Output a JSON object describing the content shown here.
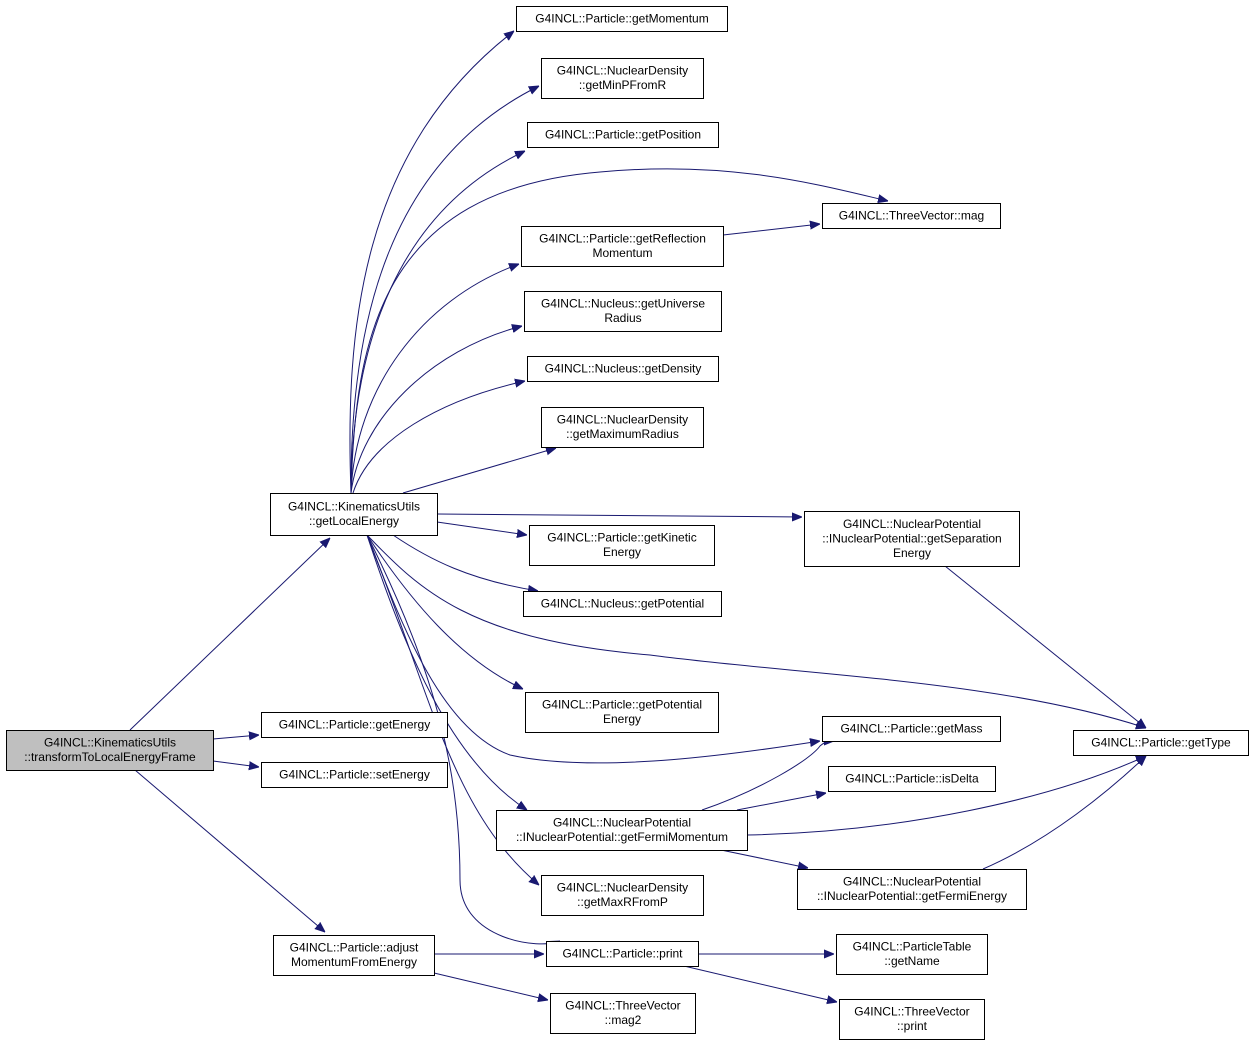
{
  "nodes": [
    {
      "id": "root",
      "lines": [
        "G4INCL::KinematicsUtils",
        "::transformToLocalEnergyFrame"
      ],
      "root": true
    },
    {
      "id": "getLocalEnergy",
      "lines": [
        "G4INCL::KinematicsUtils",
        "::getLocalEnergy"
      ]
    },
    {
      "id": "getEnergy",
      "lines": [
        "G4INCL::Particle::getEnergy"
      ]
    },
    {
      "id": "setEnergy",
      "lines": [
        "G4INCL::Particle::setEnergy"
      ]
    },
    {
      "id": "adjustMomentum",
      "lines": [
        "G4INCL::Particle::adjust",
        "MomentumFromEnergy"
      ]
    },
    {
      "id": "getMomentum",
      "lines": [
        "G4INCL::Particle::getMomentum"
      ]
    },
    {
      "id": "getMinPFromR",
      "lines": [
        "G4INCL::NuclearDensity",
        "::getMinPFromR"
      ]
    },
    {
      "id": "getPosition",
      "lines": [
        "G4INCL::Particle::getPosition"
      ]
    },
    {
      "id": "mag",
      "lines": [
        "G4INCL::ThreeVector::mag"
      ]
    },
    {
      "id": "getReflectionMomentum",
      "lines": [
        "G4INCL::Particle::getReflection",
        "Momentum"
      ]
    },
    {
      "id": "getUniverseRadius",
      "lines": [
        "G4INCL::Nucleus::getUniverse",
        "Radius"
      ]
    },
    {
      "id": "getDensity",
      "lines": [
        "G4INCL::Nucleus::getDensity"
      ]
    },
    {
      "id": "getMaximumRadius",
      "lines": [
        "G4INCL::NuclearDensity",
        "::getMaximumRadius"
      ]
    },
    {
      "id": "getSeparationEnergy",
      "lines": [
        "G4INCL::NuclearPotential",
        "::INuclearPotential::getSeparation",
        "Energy"
      ]
    },
    {
      "id": "getKineticEnergy",
      "lines": [
        "G4INCL::Particle::getKinetic",
        "Energy"
      ]
    },
    {
      "id": "getPotential",
      "lines": [
        "G4INCL::Nucleus::getPotential"
      ]
    },
    {
      "id": "getPotentialEnergy",
      "lines": [
        "G4INCL::Particle::getPotential",
        "Energy"
      ]
    },
    {
      "id": "getMass",
      "lines": [
        "G4INCL::Particle::getMass"
      ]
    },
    {
      "id": "getType",
      "lines": [
        "G4INCL::Particle::getType"
      ]
    },
    {
      "id": "isDelta",
      "lines": [
        "G4INCL::Particle::isDelta"
      ]
    },
    {
      "id": "getFermiMomentum",
      "lines": [
        "G4INCL::NuclearPotential",
        "::INuclearPotential::getFermiMomentum"
      ]
    },
    {
      "id": "getFermiEnergy",
      "lines": [
        "G4INCL::NuclearPotential",
        "::INuclearPotential::getFermiEnergy"
      ]
    },
    {
      "id": "getMaxRFromP",
      "lines": [
        "G4INCL::NuclearDensity",
        "::getMaxRFromP"
      ]
    },
    {
      "id": "print",
      "lines": [
        "G4INCL::Particle::print"
      ]
    },
    {
      "id": "getName",
      "lines": [
        "G4INCL::ParticleTable",
        "::getName"
      ]
    },
    {
      "id": "mag2",
      "lines": [
        "G4INCL::ThreeVector",
        "::mag2"
      ]
    },
    {
      "id": "tvPrint",
      "lines": [
        "G4INCL::ThreeVector",
        "::print"
      ]
    }
  ],
  "edges": [
    [
      "root",
      "getLocalEnergy"
    ],
    [
      "root",
      "getEnergy"
    ],
    [
      "root",
      "setEnergy"
    ],
    [
      "root",
      "adjustMomentum"
    ],
    [
      "getLocalEnergy",
      "getMomentum"
    ],
    [
      "getLocalEnergy",
      "getMinPFromR"
    ],
    [
      "getLocalEnergy",
      "getPosition"
    ],
    [
      "getLocalEnergy",
      "mag"
    ],
    [
      "getLocalEnergy",
      "getReflectionMomentum"
    ],
    [
      "getLocalEnergy",
      "getUniverseRadius"
    ],
    [
      "getLocalEnergy",
      "getDensity"
    ],
    [
      "getLocalEnergy",
      "getMaximumRadius"
    ],
    [
      "getLocalEnergy",
      "getSeparationEnergy"
    ],
    [
      "getLocalEnergy",
      "getKineticEnergy"
    ],
    [
      "getLocalEnergy",
      "getPotential"
    ],
    [
      "getLocalEnergy",
      "getType"
    ],
    [
      "getLocalEnergy",
      "getPotentialEnergy"
    ],
    [
      "getLocalEnergy",
      "getMass"
    ],
    [
      "getLocalEnergy",
      "getFermiMomentum"
    ],
    [
      "getLocalEnergy",
      "getMaxRFromP"
    ],
    [
      "getLocalEnergy",
      "print"
    ],
    [
      "getReflectionMomentum",
      "mag"
    ],
    [
      "getSeparationEnergy",
      "getType"
    ],
    [
      "getFermiMomentum",
      "getMass"
    ],
    [
      "getFermiMomentum",
      "isDelta"
    ],
    [
      "getFermiMomentum",
      "getType"
    ],
    [
      "getFermiMomentum",
      "getFermiEnergy"
    ],
    [
      "getFermiEnergy",
      "getType"
    ],
    [
      "adjustMomentum",
      "print"
    ],
    [
      "adjustMomentum",
      "mag2"
    ],
    [
      "print",
      "getName"
    ],
    [
      "print",
      "tvPrint"
    ]
  ]
}
